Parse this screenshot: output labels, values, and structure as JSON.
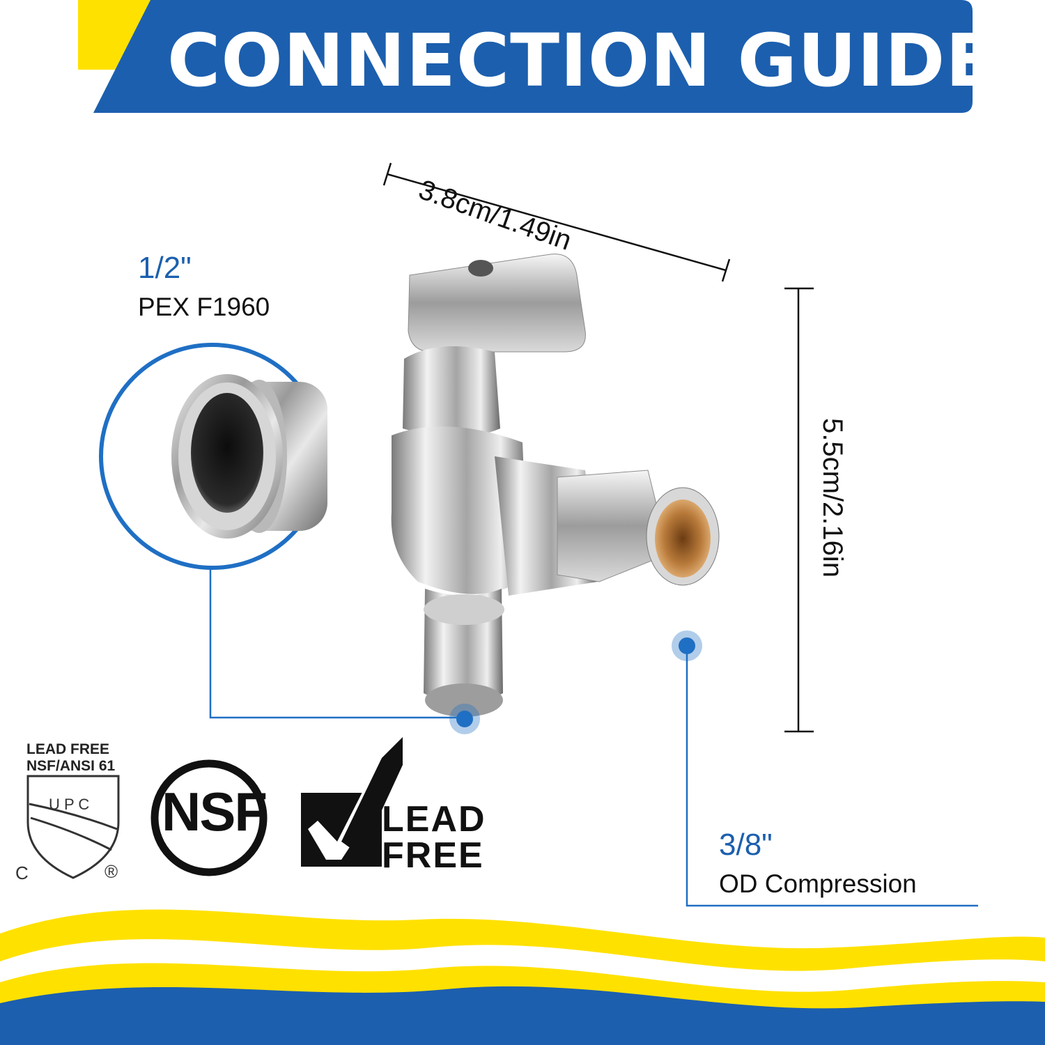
{
  "header": {
    "title": "CONNECTION GUIDE"
  },
  "dimensions": {
    "width": "3.8cm/1.49in",
    "height": "5.5cm/2.16in"
  },
  "callouts": {
    "inlet": {
      "size": "1/2\"",
      "type": "PEX F1960"
    },
    "outlet": {
      "size": "3/8\"",
      "type": "OD Compression"
    }
  },
  "certifications": {
    "upc": {
      "line1": "LEAD FREE",
      "line2": "NSF/ANSI 61",
      "mark": "UPC",
      "c": "C",
      "r": "®"
    },
    "nsf": "NSF",
    "lead_free": {
      "line1": "LEAD",
      "line2": "FREE"
    }
  },
  "colors": {
    "brand_blue": "#1c5fae",
    "accent_yellow": "#ffe100",
    "callout_blue": "#1f6fc4"
  }
}
